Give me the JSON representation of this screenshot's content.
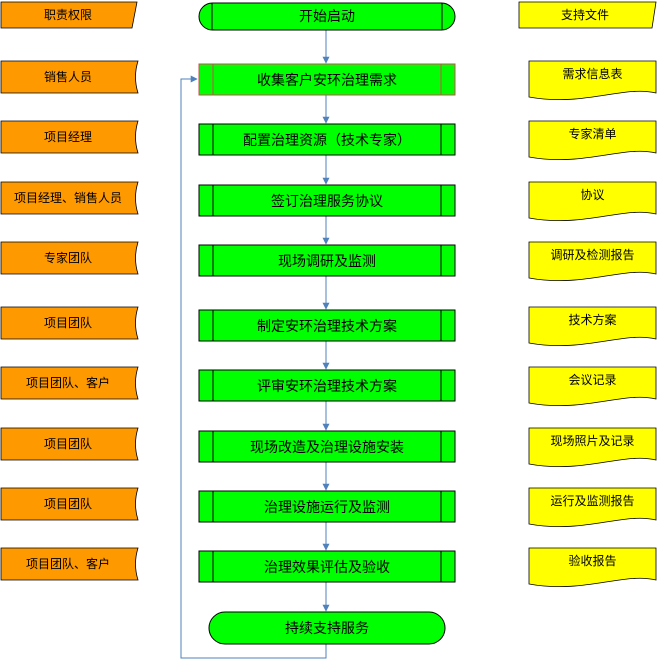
{
  "roles": {
    "header": "职责权限",
    "items": [
      "销售人员",
      "项目经理",
      "项目经理、销售人员",
      "专家团队",
      "项目团队",
      "项目团队、客户",
      "项目团队",
      "项目团队",
      "项目团队、客户"
    ]
  },
  "flow": {
    "start": "开始启动",
    "steps": [
      "收集客户安环治理需求",
      "配置治理资源（技术专家）",
      "签订治理服务协议",
      "现场调研及监测",
      "制定安环治理技术方案",
      "评审安环治理技术方案",
      "现场改造及治理设施安装",
      "治理设施运行及监测",
      "治理效果评估及验收"
    ],
    "end": "持续支持服务"
  },
  "docs": {
    "header": "支持文件",
    "items": [
      "需求信息表",
      "专家清单",
      "协议",
      "调研及检测报告",
      "技术方案",
      "会议记录",
      "现场照片及记录",
      "运行及监测报告",
      "验收报告"
    ]
  },
  "colors": {
    "role_fill": "#FF9900",
    "process_fill": "#00FF00",
    "doc_fill": "#FFFF00",
    "connector": "#4F81BD",
    "highlight_border": "#C0504D"
  }
}
